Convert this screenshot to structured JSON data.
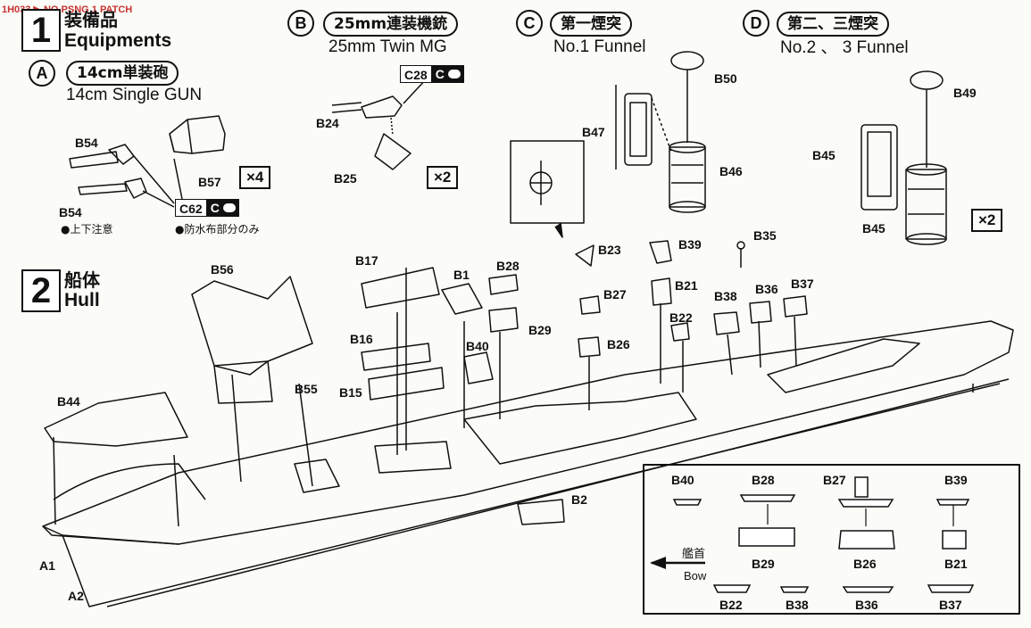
{
  "watermark": "1H033 ▶ NO PSNG 1 PATCH",
  "step1": {
    "number": "1",
    "title_jp": "装備品",
    "title_en": "Equipments"
  },
  "step2": {
    "number": "2",
    "title_jp": "船体",
    "title_en": "Hull"
  },
  "sectionA": {
    "letter": "A",
    "title_jp": "14cm単装砲",
    "title_en": "14cm Single GUN",
    "multiplier": "×4",
    "tag_code": "C62",
    "tag_letter": "C",
    "note1": "●上下注意",
    "note2": "●防水布部分のみ"
  },
  "sectionB": {
    "letter": "B",
    "title_jp": "25mm連装機銃",
    "title_en": "25mm Twin MG",
    "multiplier": "×2",
    "tag_code": "C28",
    "tag_letter": "C"
  },
  "sectionC": {
    "letter": "C",
    "title_jp": "第一煙突",
    "title_en": "No.1  Funnel"
  },
  "sectionD": {
    "letter": "D",
    "title_jp": "第二、三煙突",
    "title_en": "No.2 、 3 Funnel",
    "multiplier": "×2"
  },
  "parts": {
    "B54a": "B54",
    "B54b": "B54",
    "B57": "B57",
    "B24": "B24",
    "B25": "B25",
    "B47": "B47",
    "B50": "B50",
    "B46": "B46",
    "B49": "B49",
    "B45a": "B45",
    "B45b": "B45",
    "B56": "B56",
    "B55": "B55",
    "B44": "B44",
    "B17": "B17",
    "B1": "B1",
    "B16": "B16",
    "B15": "B15",
    "B28": "B28",
    "B29": "B29",
    "B40": "B40",
    "B23": "B23",
    "B27": "B27",
    "B26": "B26",
    "B39": "B39",
    "B21": "B21",
    "B22": "B22",
    "B35": "B35",
    "B38": "B38",
    "B36": "B36",
    "B37": "B37",
    "B2": "B2",
    "A1": "A1",
    "A2": "A2"
  },
  "bow": {
    "jp": "艦首",
    "en": "Bow"
  },
  "detail_box": {
    "top_row": [
      "B40",
      "B28",
      "B27",
      "B39"
    ],
    "mid_row": [
      "B29",
      "B26",
      "B21"
    ],
    "bottom_row": [
      "B22",
      "B38",
      "B36",
      "B37"
    ]
  }
}
